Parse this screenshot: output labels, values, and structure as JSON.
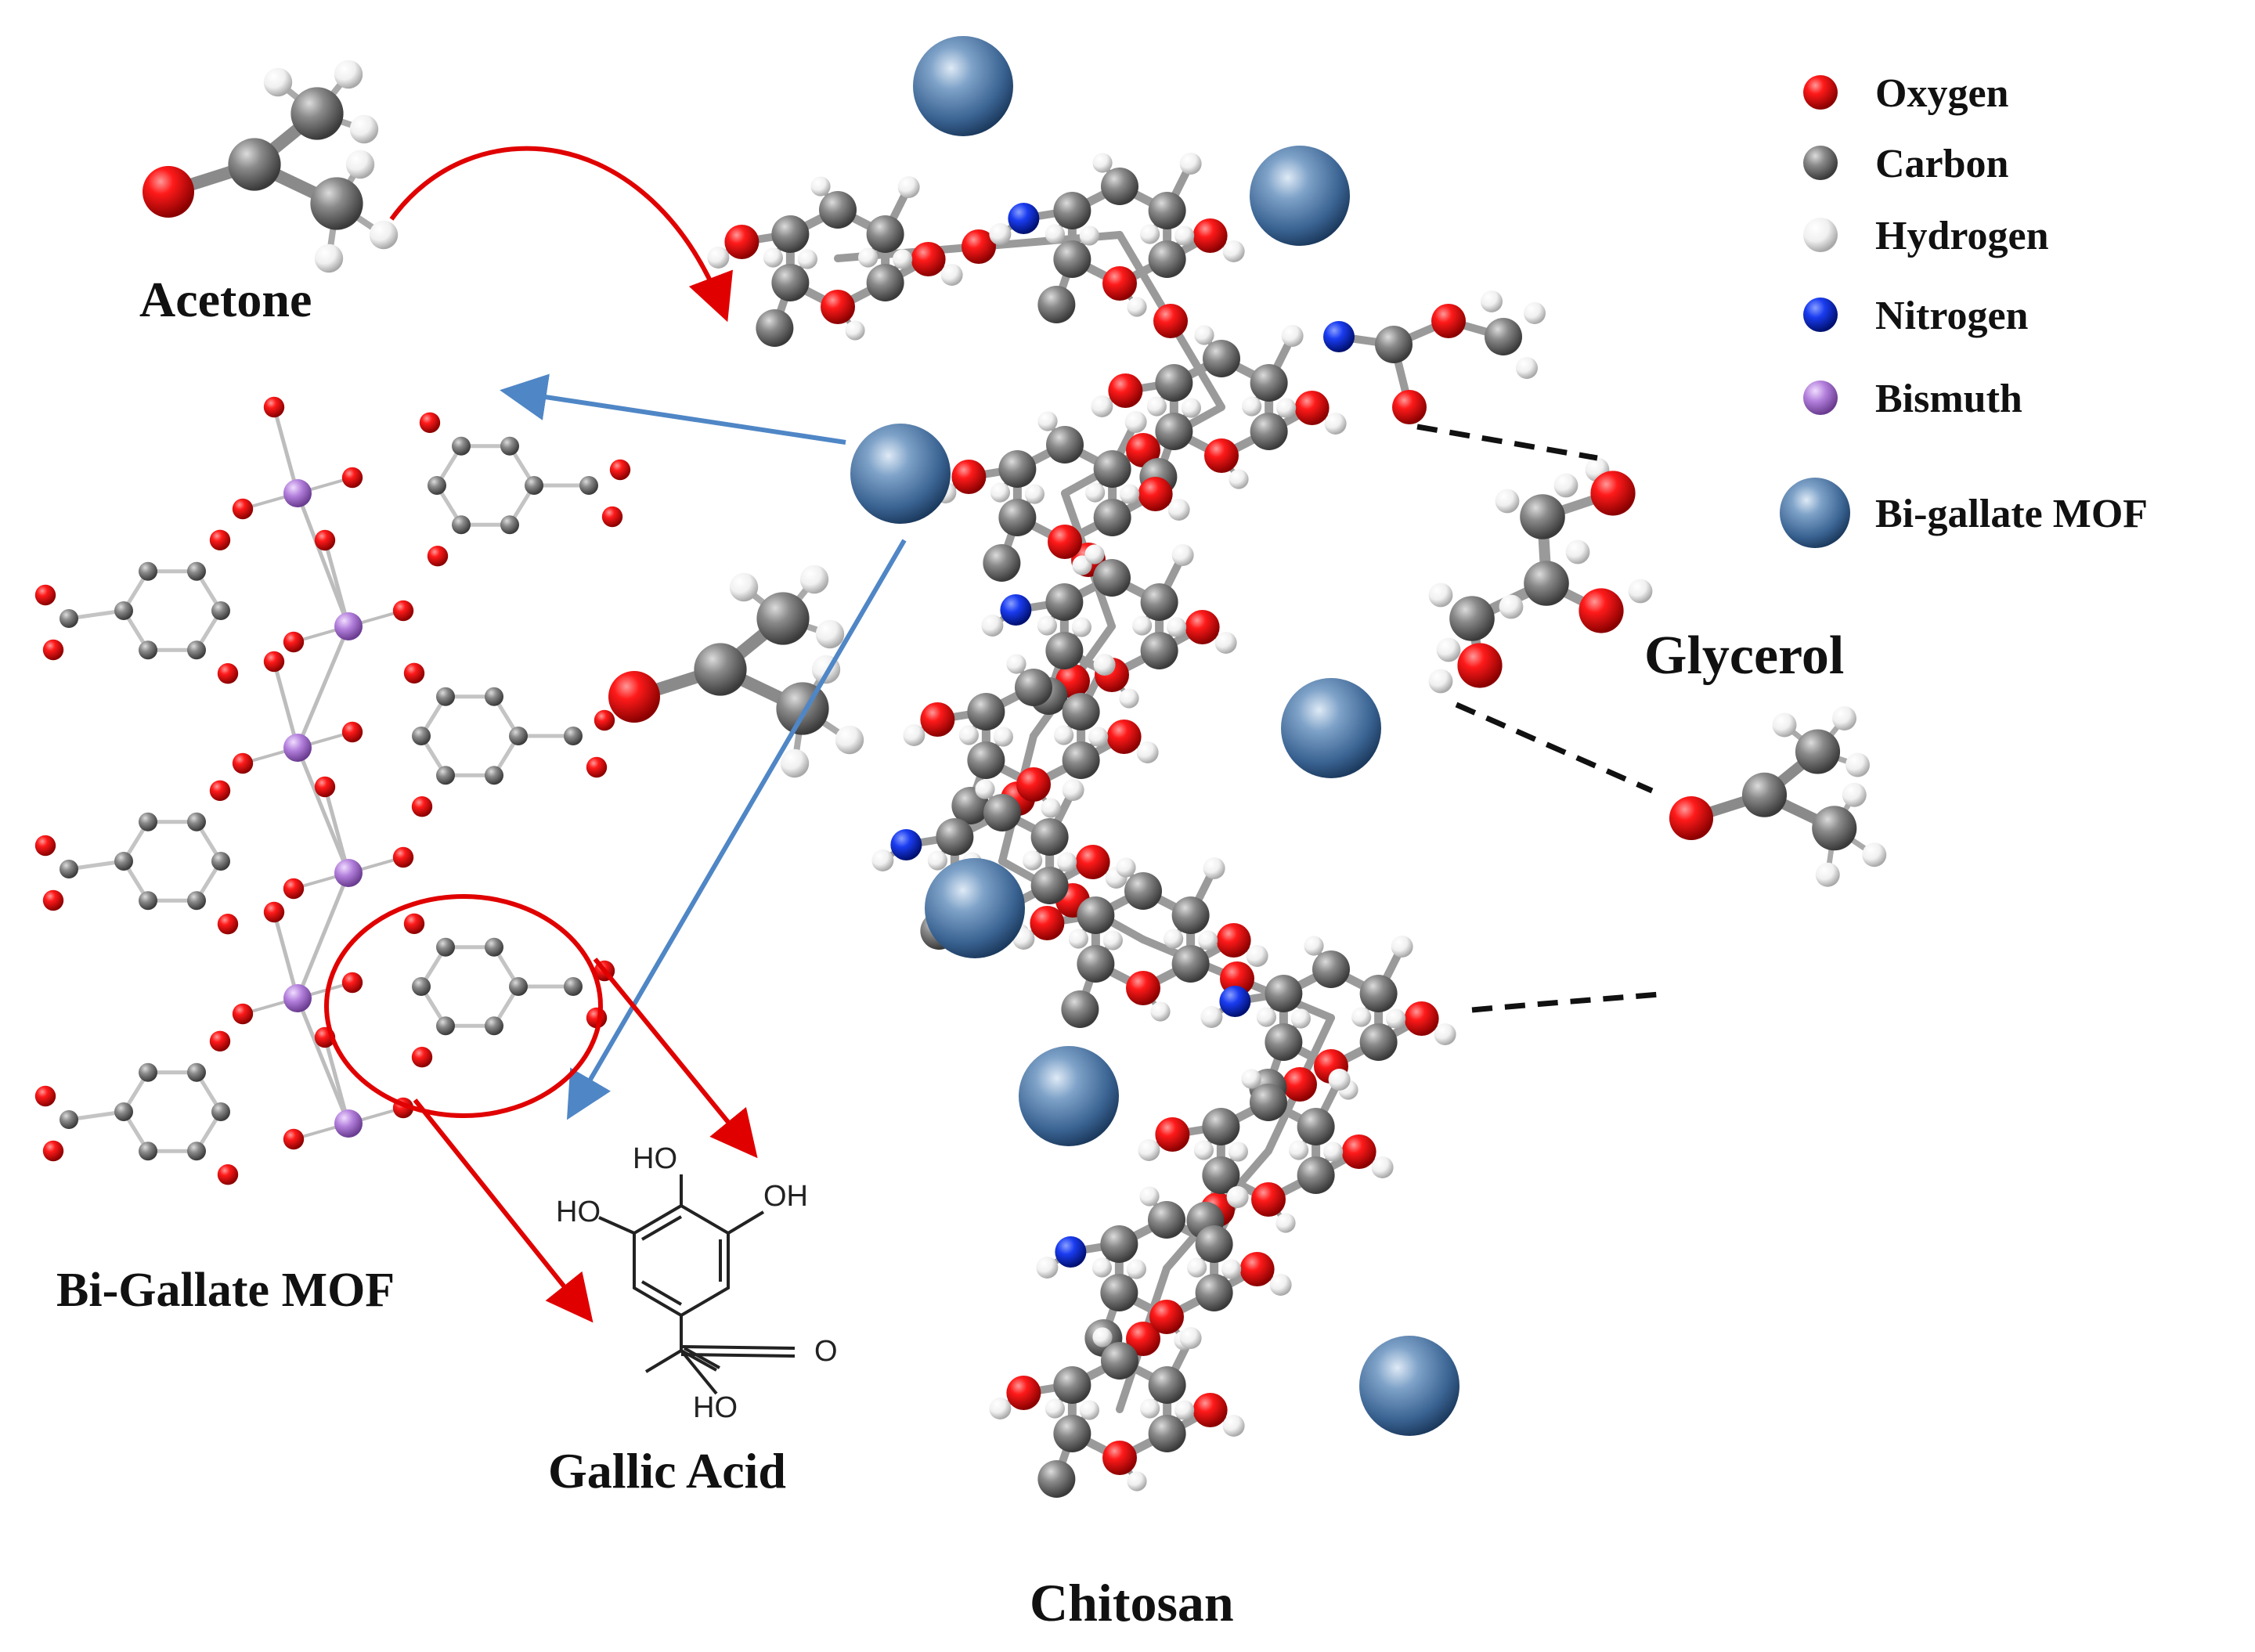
{
  "labels": {
    "acetone": "Acetone",
    "bi_gallate_mof": "Bi-Gallate MOF",
    "gallic_acid": "Gallic Acid",
    "glycerol": "Glycerol",
    "chitosan": "Chitosan"
  },
  "legend": [
    {
      "name": "Oxygen",
      "color": "#e8000b",
      "icon": "red-sphere-icon"
    },
    {
      "name": "Carbon",
      "color": "#7a7a7a",
      "icon": "gray-sphere-icon"
    },
    {
      "name": "Hydrogen",
      "color": "#f2f2f2",
      "icon": "white-sphere-icon"
    },
    {
      "name": "Nitrogen",
      "color": "#1030e0",
      "icon": "blue-sphere-icon"
    },
    {
      "name": "Bismuth",
      "color": "#b07ad8",
      "icon": "purple-sphere-icon"
    },
    {
      "name": "Bi-gallate MOF",
      "color": "#3f6d9e",
      "icon": "blue-gray-sphere-icon"
    }
  ],
  "gallic_acid_groups": {
    "oh_top_left": "HO",
    "oh_top_right": "OH",
    "oh_left": "HO",
    "carbonyl_o": "O",
    "acid_oh": "HO"
  },
  "colors": {
    "oxygen": "#e8000b",
    "carbon": "#7a7a7a",
    "hydrogen": "#f2f2f2",
    "nitrogen": "#1030e0",
    "bismuth": "#b07ad8",
    "mof": "#3f6d9e",
    "red_arrow": "#e00000",
    "blue_arrow": "#4f86c6"
  }
}
